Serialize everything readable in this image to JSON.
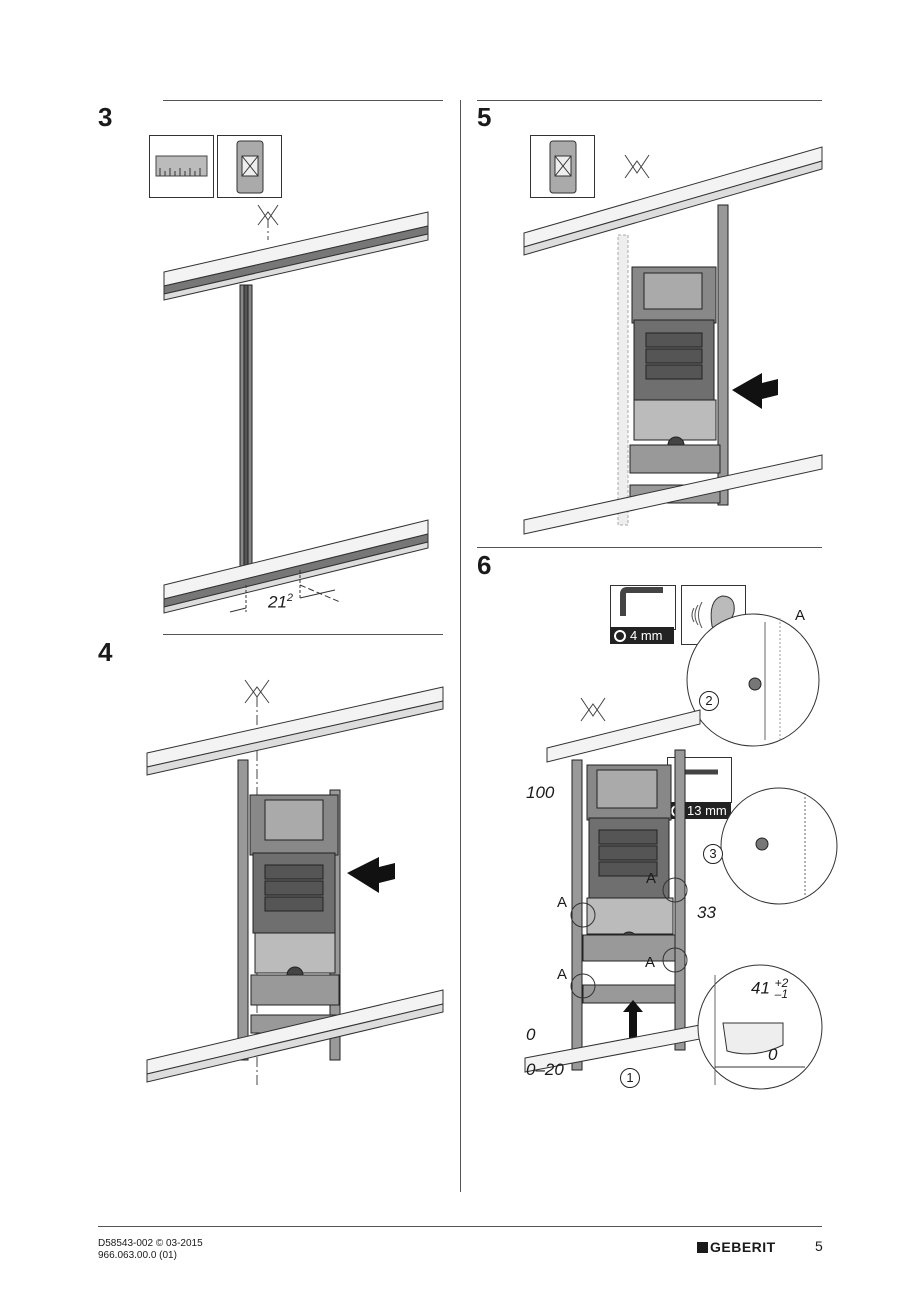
{
  "steps": {
    "s3": {
      "number": "3",
      "dimension_main": "21",
      "dimension_sup": "2"
    },
    "s4": {
      "number": "4"
    },
    "s5": {
      "number": "5"
    },
    "s6": {
      "number": "6",
      "hex_key": "4 mm",
      "wrench": "13 mm",
      "callout_1": "1",
      "callout_2": "2",
      "callout_3": "3",
      "label_a": "A",
      "dim_100": "100",
      "dim_33": "33",
      "dim_0_left": "0",
      "dim_0_20": "0–20",
      "dim_41": "41",
      "dim_41_plus": "+2",
      "dim_41_minus": "–1",
      "dim_0_right": "0"
    }
  },
  "footer": {
    "doc_code": "D58543-002 © 03-2015",
    "article_no": "966.063.00.0 (01)",
    "brand": "GEBERIT",
    "page_number": "5"
  },
  "icons": [
    "ruler-icon",
    "spirit-level-icon",
    "hex-key-icon",
    "ear-icon",
    "socket-wrench-icon",
    "arrow-left-icon",
    "arrow-up-icon"
  ]
}
